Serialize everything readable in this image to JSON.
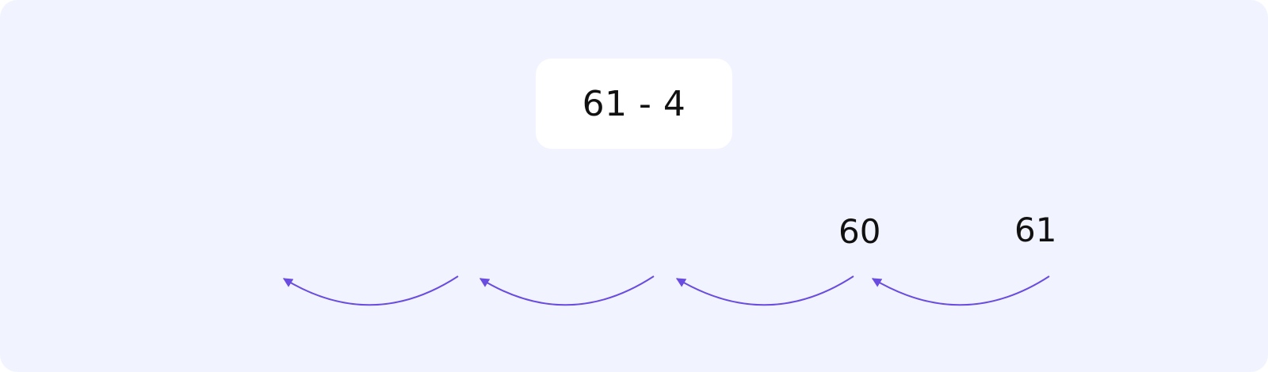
{
  "expression": "61 - 4",
  "labels": [
    "60",
    "61"
  ],
  "arrow_count": 4,
  "colors": {
    "background": "#f1f3fe",
    "card": "#ffffff",
    "arrow": "#6a4de0",
    "text": "#111111"
  }
}
